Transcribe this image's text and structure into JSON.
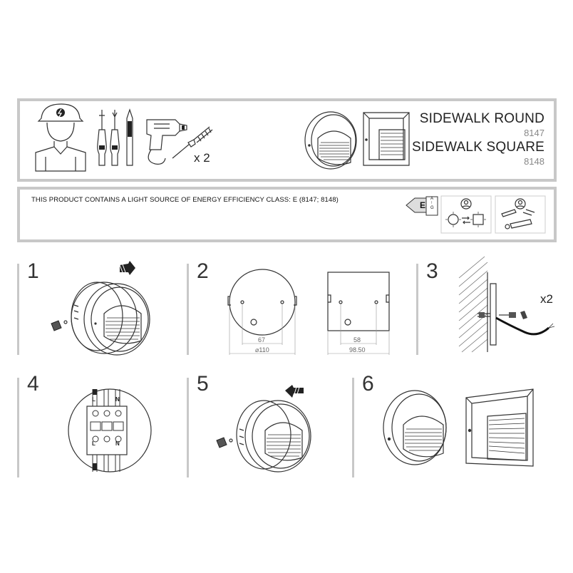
{
  "header": {
    "quantity_label": "x 2",
    "product_round_name": "SIDEWALK ROUND",
    "product_round_code": "8147",
    "product_square_name": "SIDEWALK SQUARE",
    "product_square_code": "8148"
  },
  "energy": {
    "statement": "THIS PRODUCT CONTAINS A LIGHT SOURCE OF ENERGY EFFICIENCY CLASS: E (8147; 8148)",
    "class_letter": "E",
    "scale_top": "A",
    "scale_bottom": "G",
    "scale_arrow": "↑"
  },
  "steps": [
    {
      "number": "1"
    },
    {
      "number": "2",
      "round_inner_dim": "67",
      "round_outer_dim": "⌀110",
      "square_inner_dim": "58",
      "square_outer_dim": "98.50"
    },
    {
      "number": "3",
      "screw_quantity": "x2"
    },
    {
      "number": "4",
      "wire_top": [
        "L",
        "N"
      ],
      "wire_bottom": [
        "L",
        "N"
      ]
    },
    {
      "number": "5"
    },
    {
      "number": "6"
    }
  ],
  "colors": {
    "frame": "#c8c8c8",
    "line": "#333333",
    "dim": "#888888"
  }
}
